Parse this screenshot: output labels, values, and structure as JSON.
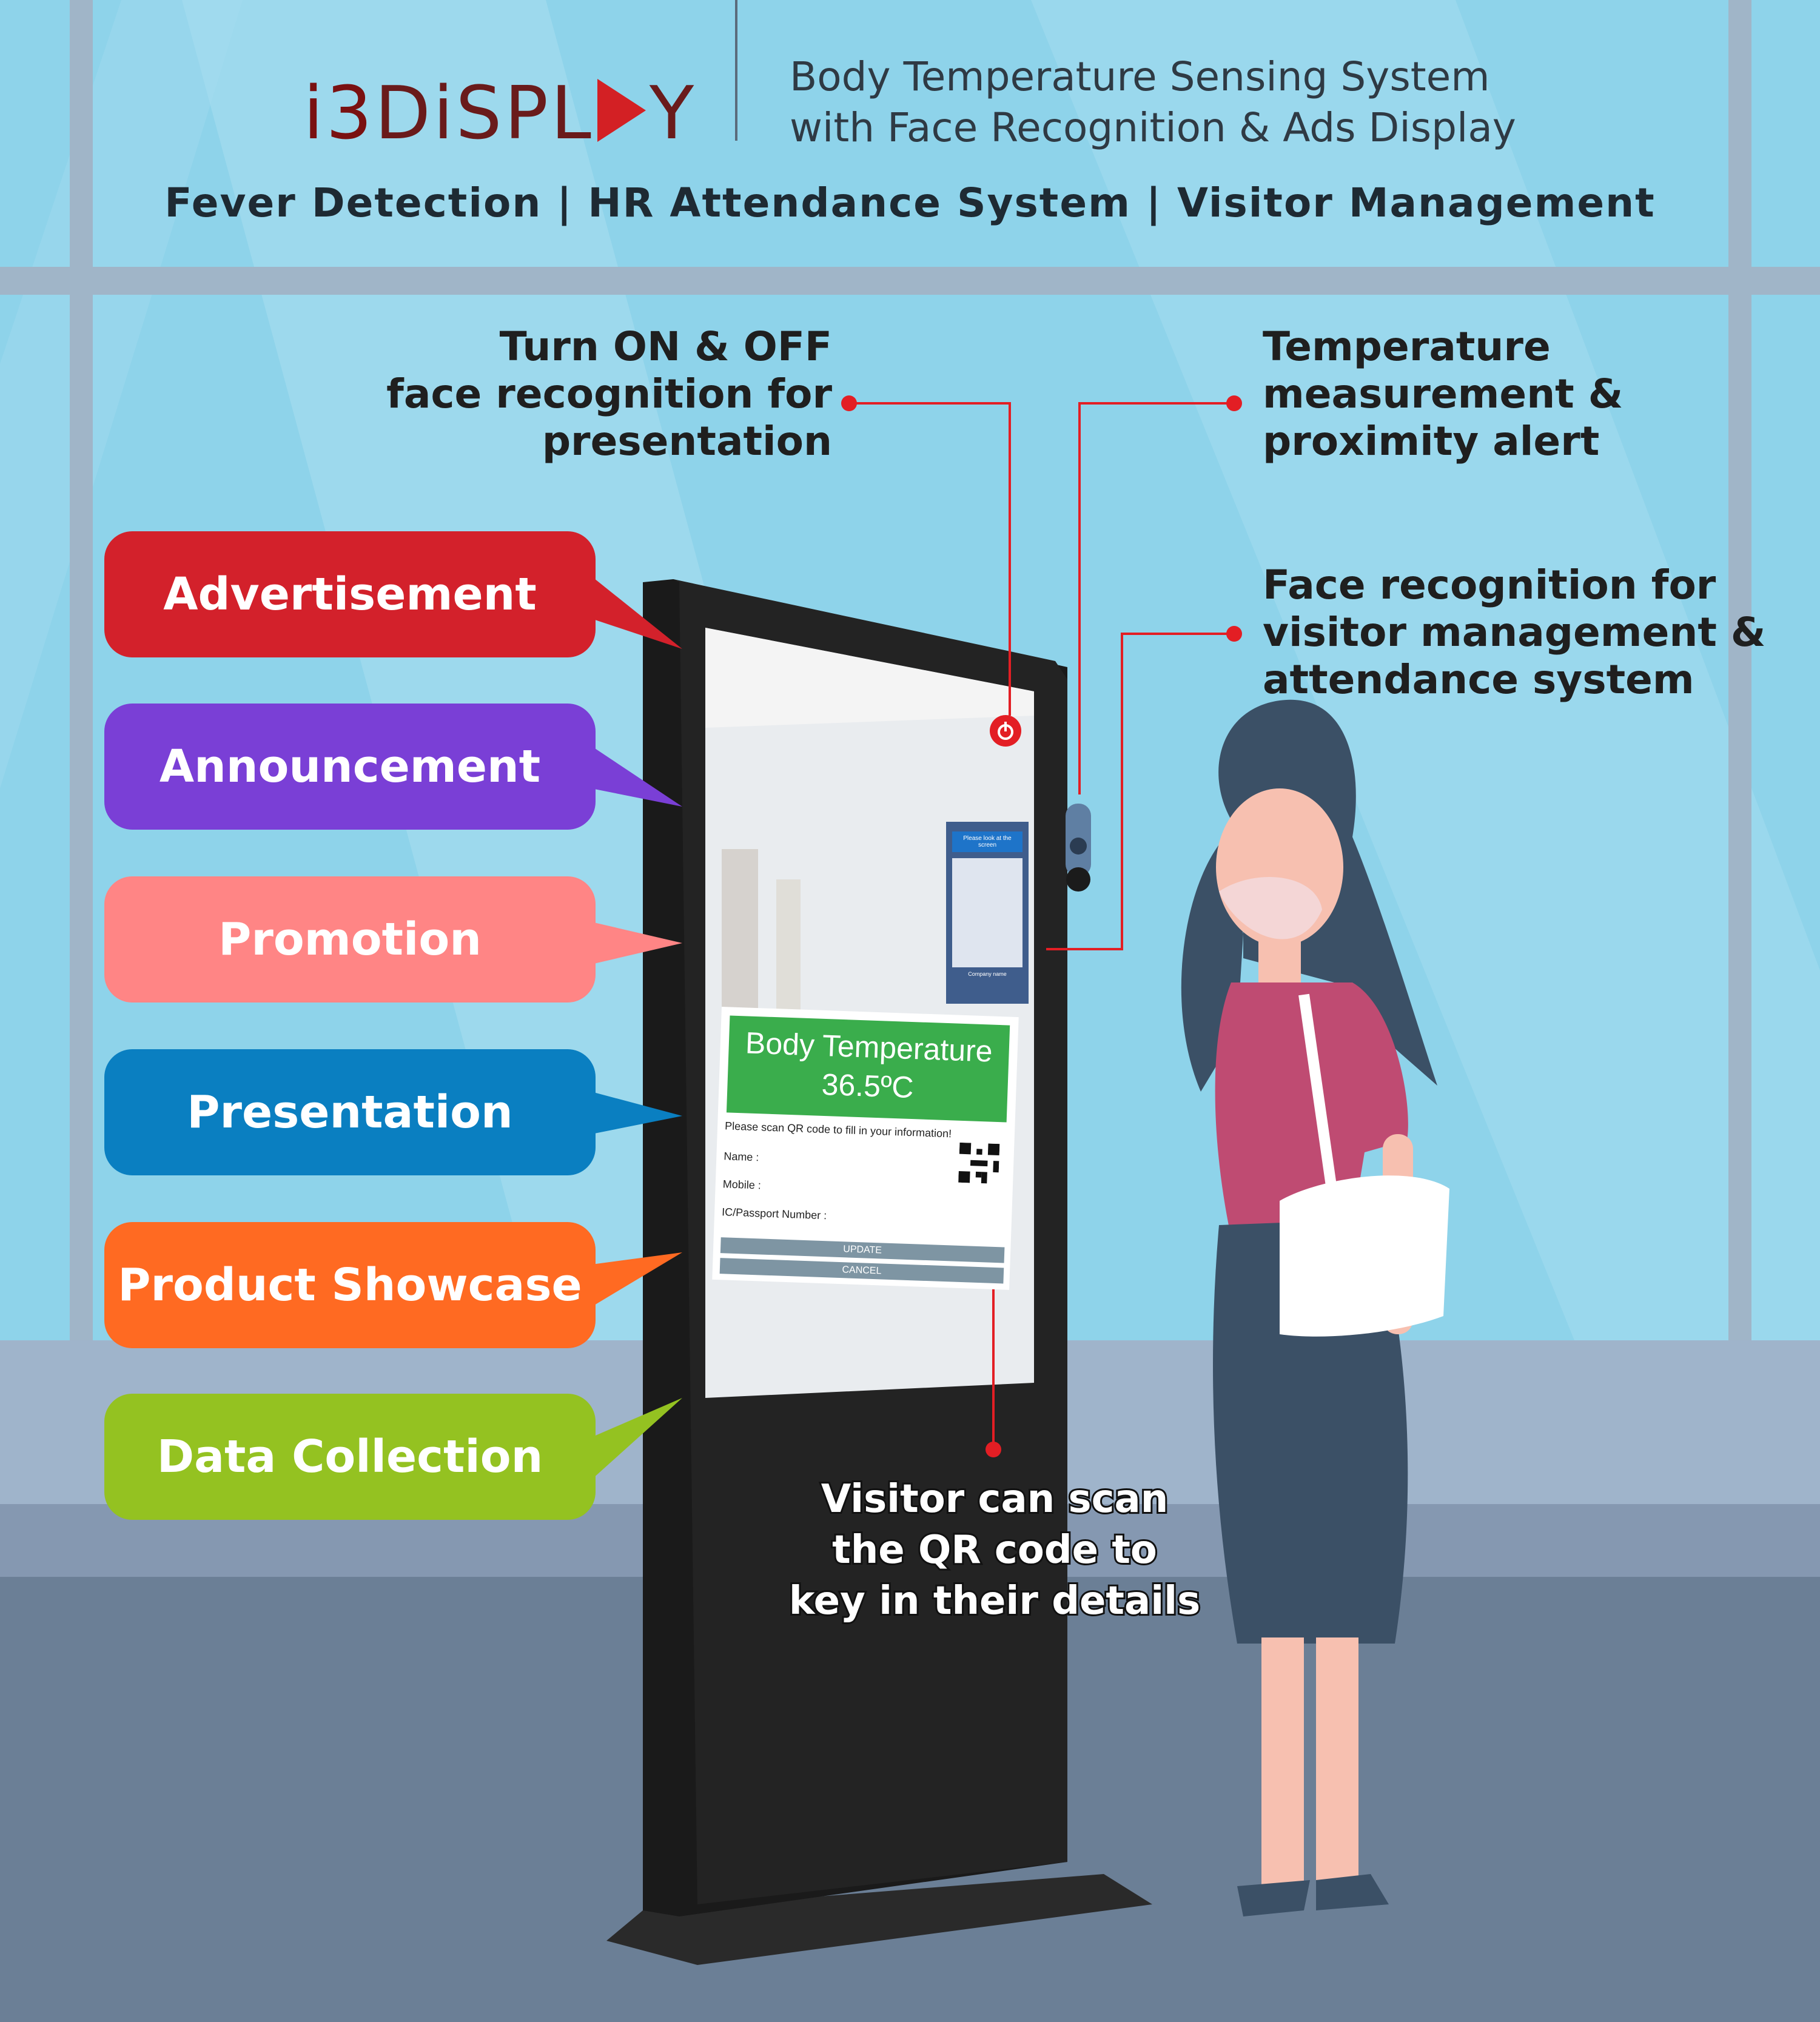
{
  "header": {
    "logo_i3": "i3",
    "logo_d": "DiSPL",
    "logo_y": "Y",
    "subtitle_line1": "Body Temperature Sensing System",
    "subtitle_line2": "with Face Recognition & Ads Display",
    "tagline": "Fever Detection | HR Attendance System | Visitor Management"
  },
  "callouts": {
    "power": [
      "Turn ON & OFF",
      "face recognition for",
      "presentation"
    ],
    "temperature": [
      "Temperature",
      "measurement &",
      "proximity alert"
    ],
    "face": [
      "Face recognition for",
      "visitor management &",
      "attendance system"
    ],
    "visitor": [
      "Visitor can scan",
      "the QR code to",
      "key in their details"
    ]
  },
  "features": [
    {
      "label": "Advertisement",
      "color": "#d3212b"
    },
    {
      "label": "Announcement",
      "color": "#7a3fd6"
    },
    {
      "label": "Promotion",
      "color": "#ff8585"
    },
    {
      "label": "Presentation",
      "color": "#0a7fc1"
    },
    {
      "label": "Product Showcase",
      "color": "#ff6a22"
    },
    {
      "label": "Data Collection",
      "color": "#94c221"
    }
  ],
  "screen": {
    "temp_title": "Body Temperature",
    "temp_value": "36.5ºC",
    "scan_prompt": "Please scan QR code to fill in your information!",
    "name_label": "Name :",
    "mobile_label": "Mobile :",
    "id_label": "IC/Passport Number :",
    "update_button": "UPDATE",
    "cancel_button": "CANCEL",
    "mini_prompt": "Please look at the screen",
    "mini_company": "Company name"
  },
  "colors": {
    "accent_red": "#e31e24",
    "sky": "#8fd0e8",
    "floor": "#6b7f96"
  }
}
